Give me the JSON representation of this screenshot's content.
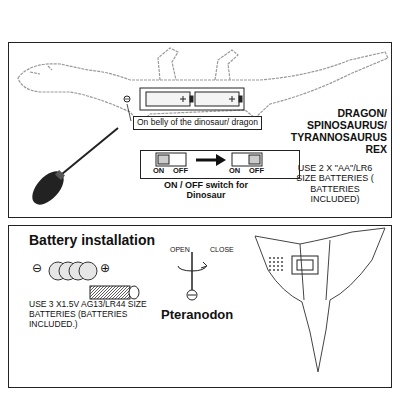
{
  "diagram": {
    "nodes": [
      {
        "text": [
          "DRAGON/ SPINOSAURUS/ TYRANNOSAURUS REX",
          "USE 2 X \"AA\"/LR6 SIZE BATTERIES ( BATTERIES INCLUDED)",
          "ON / OFF switch for Dinosaur"
        ]
      },
      {
        "text": [
          "On belly of the dinosaur/ dragon"
        ],
        "in": 0
      },
      {
        "text": [
          "ON",
          "OFF",
          "ON",
          "OFF"
        ],
        "in": 0
      },
      {
        "text": [
          "Battery installation",
          "USE 3 X1.5V AG13/LR44 SIZE BATTERIES (BATTERIES INCLUDED.)",
          "Pteranodon"
        ]
      }
    ],
    "labels": [
      "OPEN",
      "CLOSE",
      "⊖",
      "⊕"
    ]
  }
}
